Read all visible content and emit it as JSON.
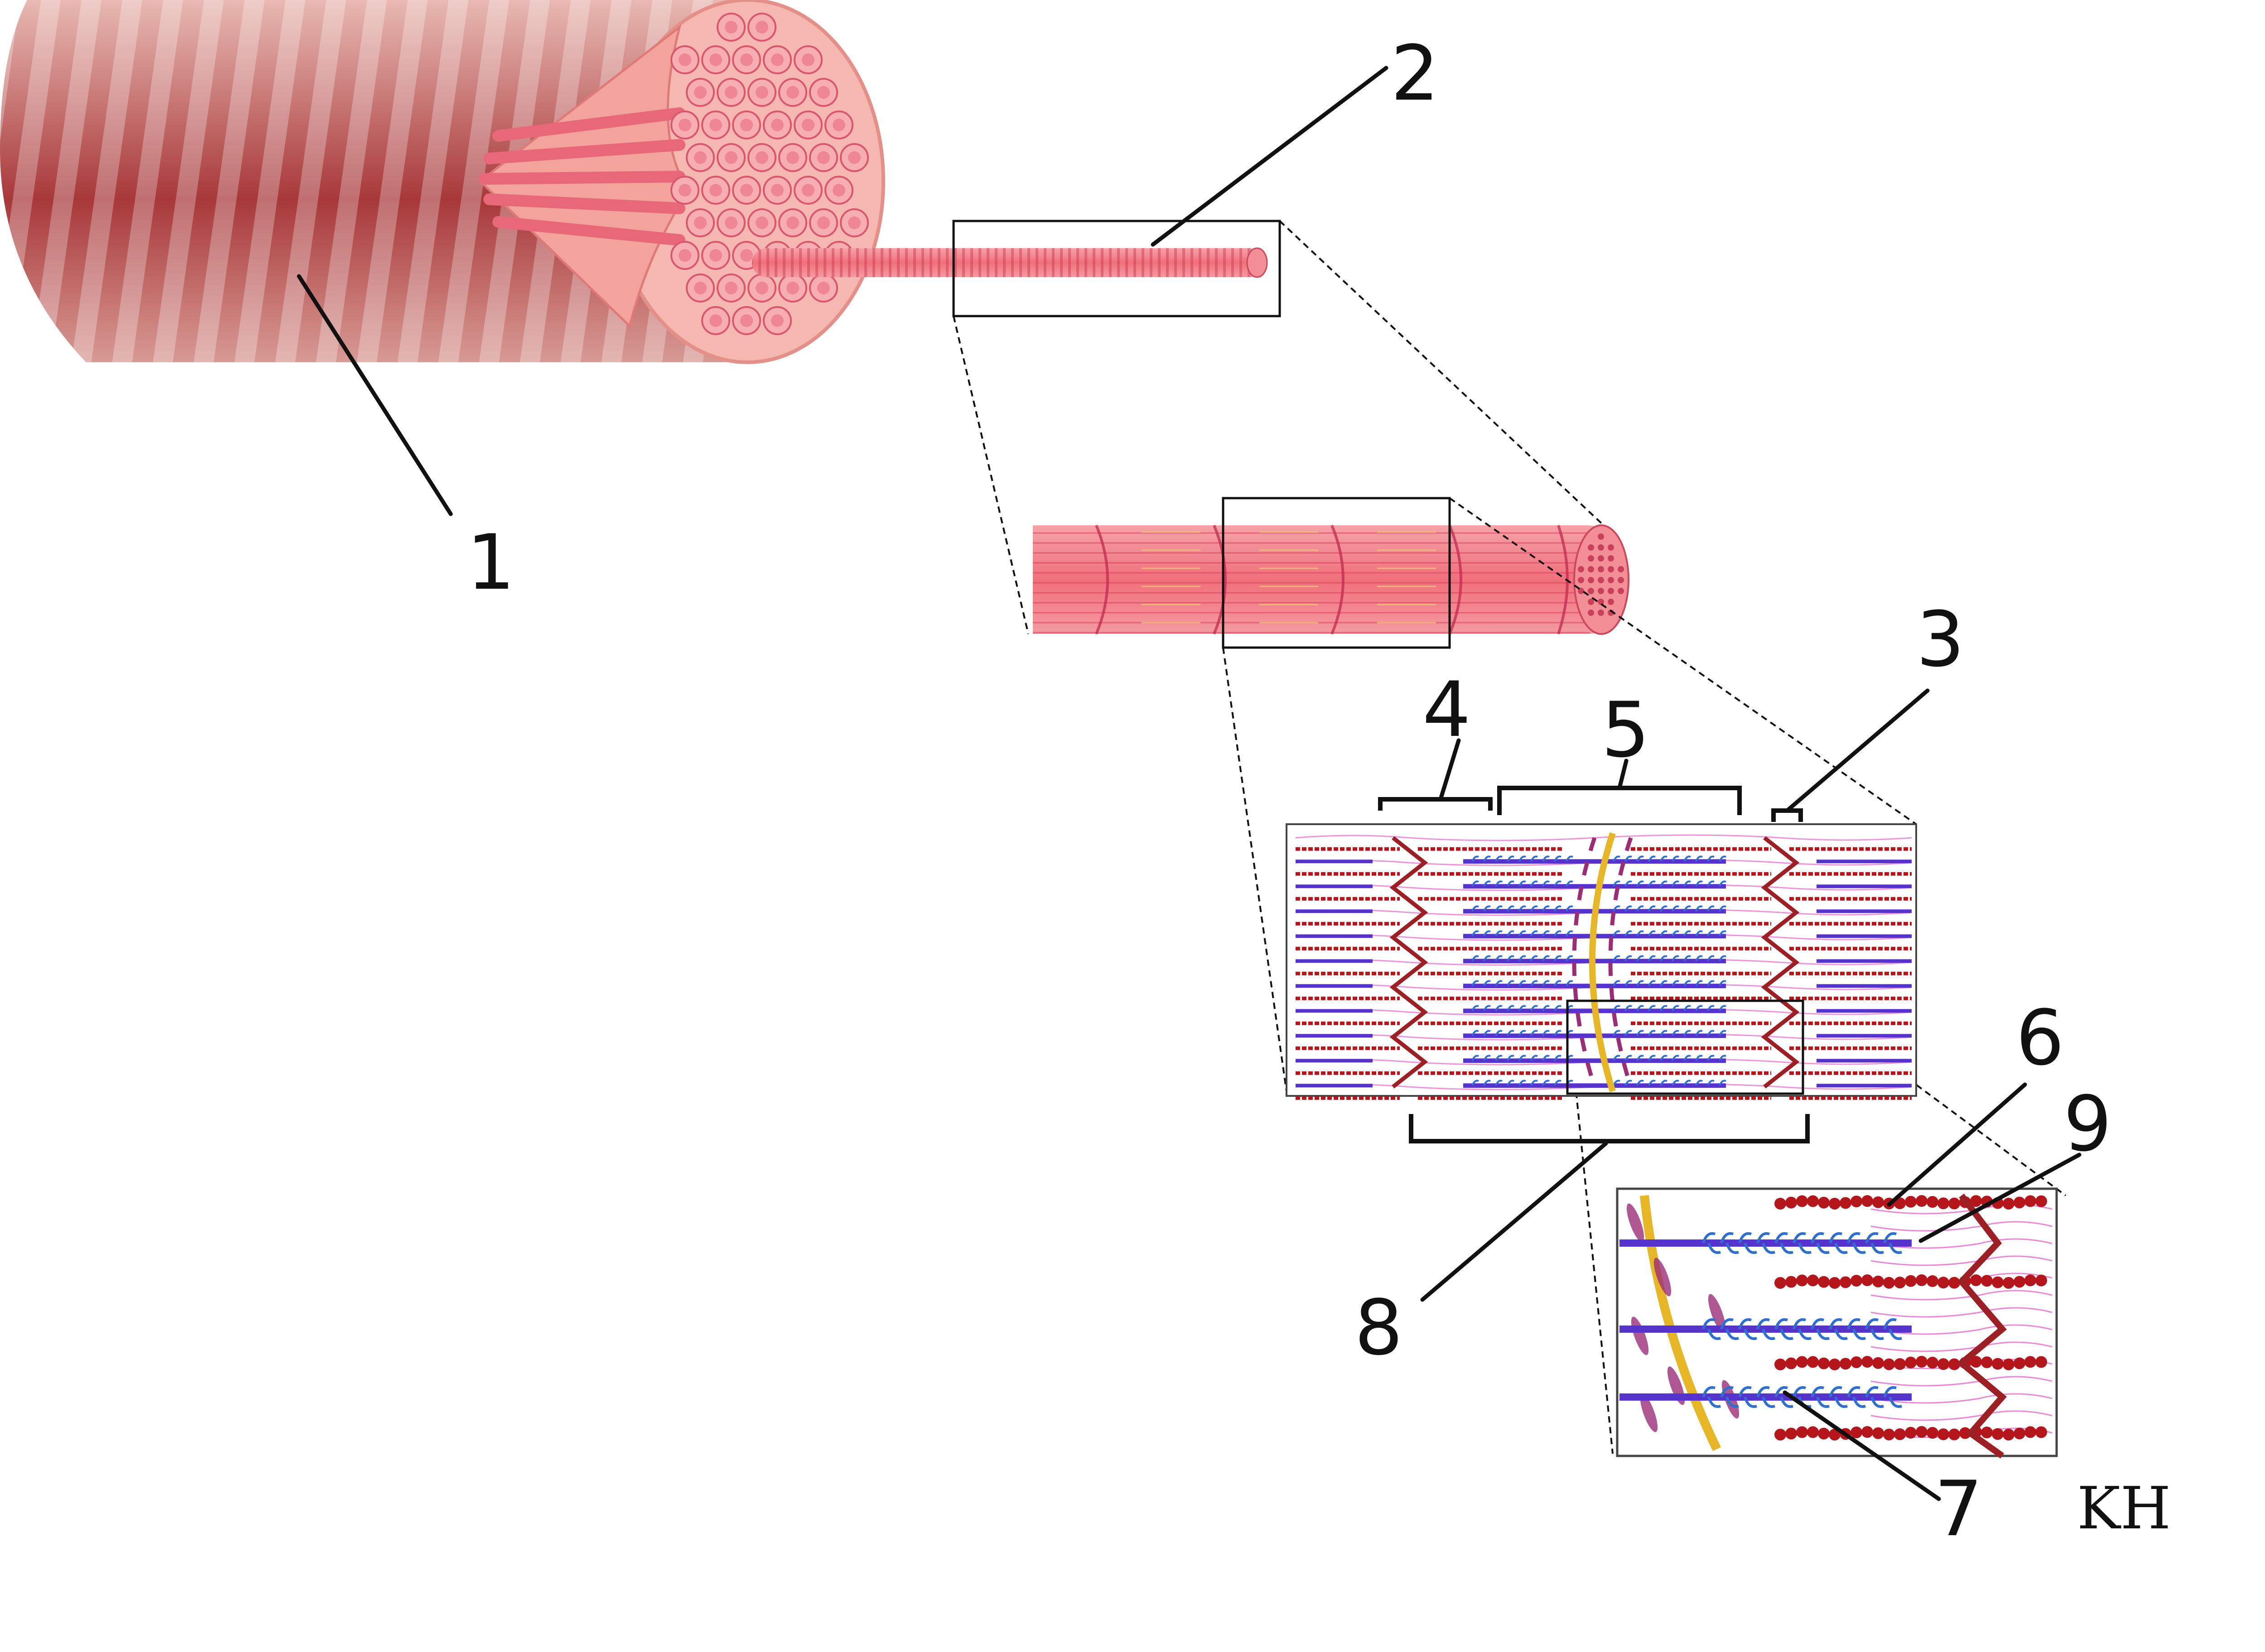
{
  "labels": {
    "l1": "1",
    "l2": "2",
    "l3": "3",
    "l4": "4",
    "l5": "5",
    "l6": "6",
    "l7": "7",
    "l8": "8",
    "l9": "9"
  },
  "signature": "KH",
  "colors": {
    "muscle_dark": "#a8383a",
    "muscle_light": "#e8b5ad",
    "fiber_pink": "#f08a92",
    "myosin": "#5533cc",
    "myosin_head": "#2f6fcf",
    "actin": "#b5161c",
    "titin": "#e88ad8",
    "zdisc": "#9c1f24",
    "mline_gold": "#e6b627",
    "mline_purple": "#9b2d77"
  }
}
